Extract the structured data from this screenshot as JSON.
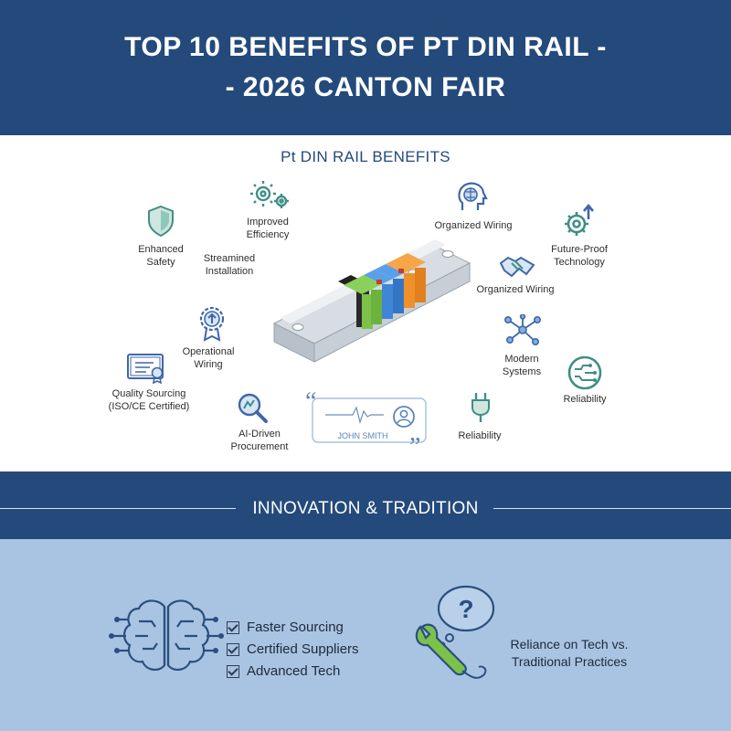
{
  "header": {
    "line1": "TOP 10 BENEFITS OF PT DIN RAIL -",
    "line2": "- 2026 CANTON FAIR"
  },
  "benefits": {
    "title": "Pt DIN RAIL BENEFITS",
    "items": [
      {
        "label1": "Enhanced",
        "label2": "Safety",
        "icon": "shield-icon"
      },
      {
        "label1": "Improved",
        "label2": "Efficiency",
        "icon": "gears-icon"
      },
      {
        "label1": "Streamined",
        "label2": "Installation",
        "icon": ""
      },
      {
        "label1": "Organized Wiring",
        "label2": "",
        "icon": "brain-head-icon"
      },
      {
        "label1": "Future-Proof",
        "label2": "Technology",
        "icon": "gear-arrow-icon"
      },
      {
        "label1": "Organized Wiring",
        "label2": "",
        "icon": "handshake-icon"
      },
      {
        "label1": "Operational",
        "label2": "Wiring",
        "icon": "badge-icon"
      },
      {
        "label1": "Modern",
        "label2": "Systems",
        "icon": "network-icon"
      },
      {
        "label1": "Reliability",
        "label2": "",
        "icon": "circuit-icon"
      },
      {
        "label1": "Quality Sourcing",
        "label2": "(ISO/CE Certified)",
        "icon": "certificate-icon"
      },
      {
        "label1": "AI-Driven",
        "label2": "Procurement",
        "icon": "magnifier-icon"
      },
      {
        "label1": "Reliability",
        "label2": "",
        "icon": "plug-icon"
      }
    ],
    "testimonial_name": "JOHN SMITH"
  },
  "band": {
    "title": "INNOVATION & TRADITION"
  },
  "bottom": {
    "checklist": [
      "Faster Sourcing",
      "Certified Suppliers",
      "Advanced Tech"
    ],
    "reliance_line1": "Reliance on Tech vs.",
    "reliance_line2": "Traditional Practices"
  },
  "colors": {
    "navy": "#244a7c",
    "light_blue": "#a9c4e2",
    "icon_teal": "#3f8f86",
    "icon_blue": "#3f67a8",
    "terminal_green": "#7cc24a",
    "terminal_blue": "#3f86d6",
    "terminal_orange": "#f0902a"
  }
}
